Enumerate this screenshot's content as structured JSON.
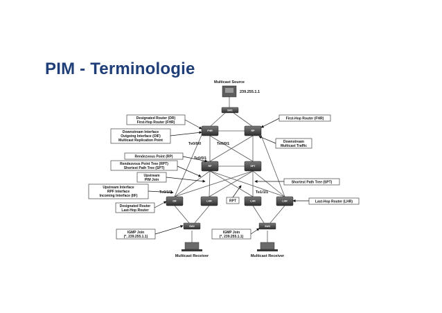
{
  "title": "PIM - Terminologie",
  "diagram": {
    "source": {
      "title": "Multicast Source",
      "group": "239.255.1.1"
    },
    "receivers": [
      "Multicast Receiver",
      "Multicast Receiver"
    ],
    "switches": {
      "sw1": "SW1",
      "sw2": "SW2",
      "sw3": "SW3"
    },
    "routers": {
      "r_fhr": "FHR",
      "r_top_right": "RP",
      "r_mid_left": "RP",
      "r_mid_right": "SPT",
      "r_bl1": "DR",
      "r_bl2": "LHR",
      "r_br1": "LHR",
      "r_br2": "LHR"
    },
    "callouts": [
      [
        "Designated Router (DR)",
        "First-Hop Router (FHR)"
      ],
      [
        "Downstream Interface",
        "Outgoing Interface (OIF)",
        "Multicast Replication Point"
      ],
      [
        "Rendezvous Point (RP)"
      ],
      [
        "Rendezvous Point Tree (RPT)",
        "Shortest Path Tree (SPT)"
      ],
      [
        "Upstream",
        "PIM Join"
      ],
      [
        "Upstream Interface",
        "RPF Interface",
        "Incoming Interface (IIF)"
      ],
      [
        "Designated Router",
        "Last-Hop Router"
      ],
      [
        "IGMP Join",
        "(*, 239.255.1.1)"
      ],
      [
        "IGMP Join",
        "(*, 239.255.1.1)"
      ],
      [
        "First-Hop Router (FHR)"
      ],
      [
        "Downstream",
        "Multicast Traffic"
      ],
      [
        "Shortest Path Tree (SPT)"
      ],
      [
        "RPT"
      ],
      [
        "Last-Hop Router (LHR)"
      ]
    ],
    "ports": [
      "Te0/0/0",
      "Te0/0/1",
      "Te0/0/1",
      "Te0/1/2",
      "Te1/1/1"
    ]
  }
}
